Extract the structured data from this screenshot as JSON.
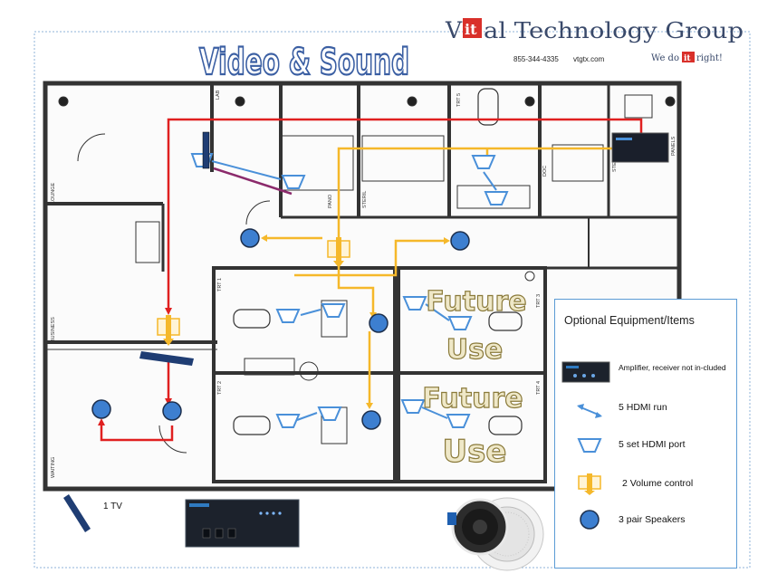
{
  "title": "Video & Sound",
  "brand": {
    "name_prefix": "V",
    "name_it": "it",
    "name_suffix": "al Technology Group",
    "phone": "855-344-4335",
    "site": "vtgtx.com",
    "tagline_prefix": "We do",
    "tagline_it": "it",
    "tagline_suffix": "right!",
    "accent_color": "#d9302a",
    "text_color": "#3a4a6b"
  },
  "overlay_text": {
    "future_use_1a": "Future",
    "future_use_1b": "Use",
    "future_use_2a": "Future",
    "future_use_2b": "Use"
  },
  "legend": {
    "title": "Optional Equipment/Items",
    "items": [
      {
        "icon": "amplifier-icon",
        "label": "Amplifier, receiver not in-cluded"
      },
      {
        "icon": "hdmi-run-icon",
        "label": "5 HDMI run"
      },
      {
        "icon": "hdmi-port-icon",
        "label": "5 set HDMI port"
      },
      {
        "icon": "volume-control-icon",
        "label": "2 Volume control"
      },
      {
        "icon": "speaker-icon",
        "label": "3 pair Speakers"
      }
    ]
  },
  "bottom": {
    "tv_label": "1 TV"
  },
  "room_labels": {
    "lab": "LAB",
    "pano": "PANO",
    "steril": "STERIL",
    "lounge": "LOUNGE",
    "business": "BUSINESS",
    "waiting": "WAITING",
    "op1": "TRT 1",
    "op2": "TRT 2",
    "op3": "TRT 3",
    "op4": "TRT 4",
    "op5": "TRT 5",
    "doc": "DOC",
    "panels": "PANELS",
    "ste": "STE"
  },
  "colors": {
    "red_wire": "#e02020",
    "yellow_wire": "#f5b82a",
    "hdmi_blue": "#4a90d9",
    "speaker_fill": "#3d7fd0",
    "future_use_fill": "#efe8c8",
    "future_use_stroke": "#8a7a3a",
    "title_fill": "#3b5fa3"
  }
}
